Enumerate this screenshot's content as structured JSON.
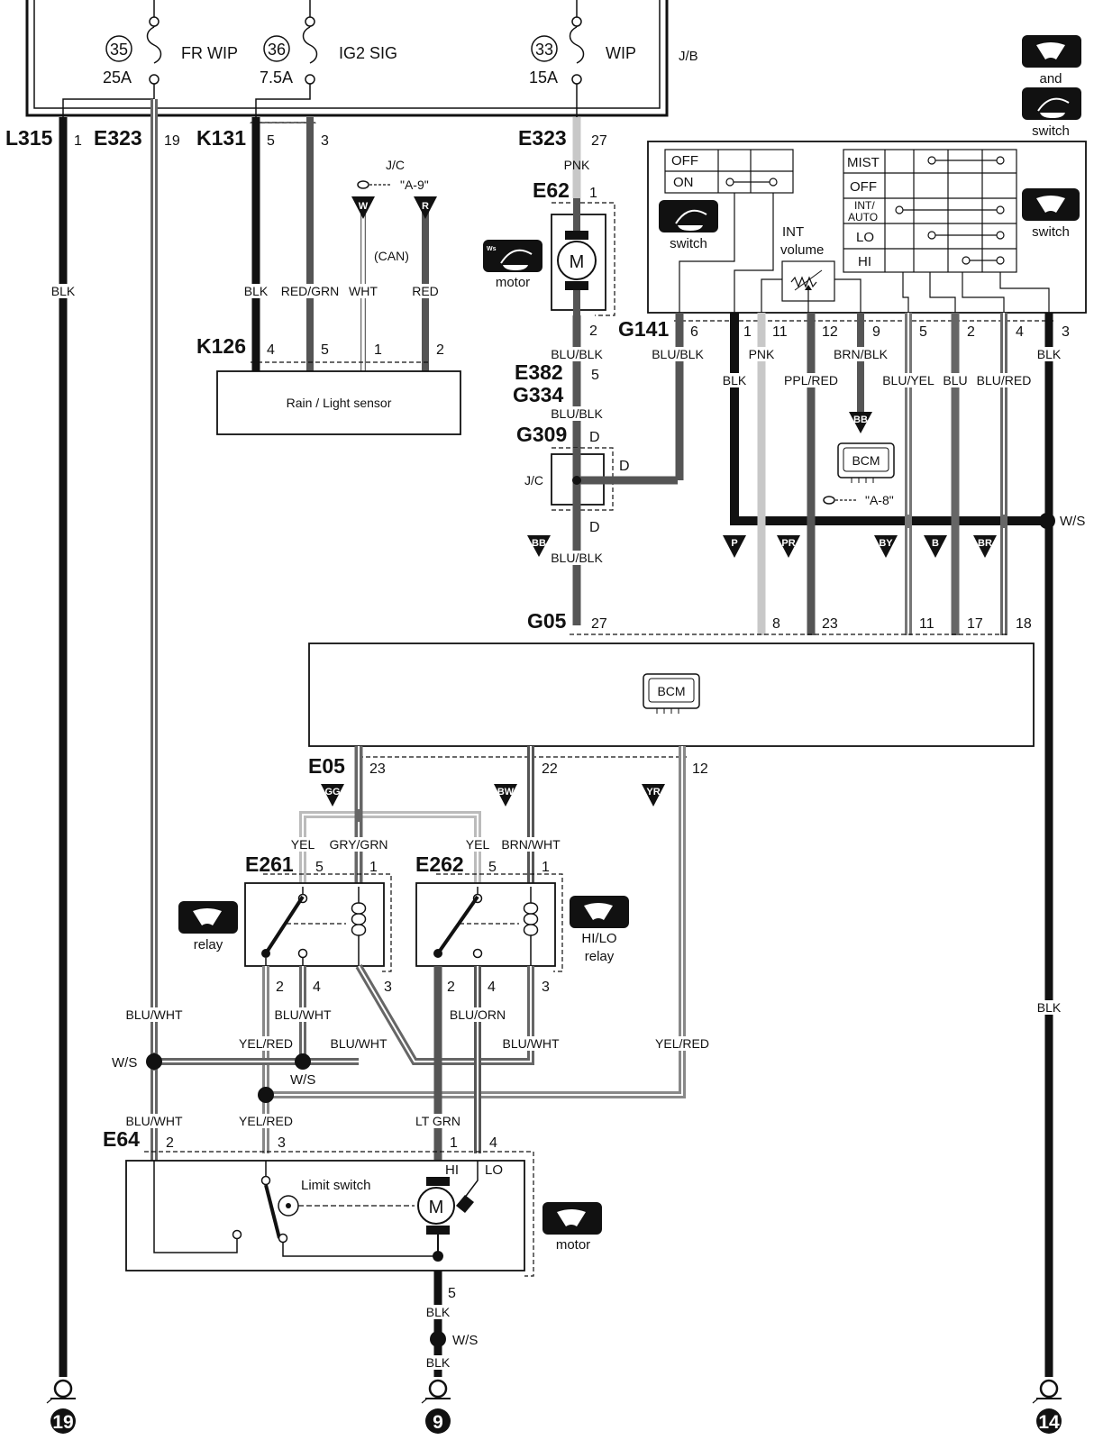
{
  "colors": {
    "wire_black": "#111111",
    "wire_dark": "#555555",
    "wire_mid": "#8a8a8a",
    "wire_light": "#c8c8c8",
    "background": "#ffffff"
  },
  "fuses": [
    {
      "number": "35",
      "rating": "25A",
      "name": "FR WIP"
    },
    {
      "number": "36",
      "rating": "7.5A",
      "name": "IG2 SIG"
    },
    {
      "number": "33",
      "rating": "15A",
      "name": "WIP"
    }
  ],
  "junction_block": "J/B",
  "top_connectors": [
    {
      "name": "L315",
      "pin": "1"
    },
    {
      "name": "E323",
      "pin": "19"
    },
    {
      "name": "K131",
      "pin": "5"
    },
    {
      "name": "",
      "pin": "3"
    },
    {
      "name": "E323",
      "pin": "27"
    }
  ],
  "wire_colors": {
    "blk": "BLK",
    "red_grn": "RED/GRN",
    "wht": "WHT",
    "red": "RED",
    "pnk": "PNK",
    "blu_blk": "BLU/BLK",
    "blu_wht": "BLU/WHT",
    "yel_red": "YEL/RED",
    "lt_grn": "LT GRN",
    "blu_orn": "BLU/ORN",
    "ppl_red": "PPL/RED",
    "brn_blk": "BRN/BLK",
    "blu_yel": "BLU/YEL",
    "blu": "BLU",
    "blu_red": "BLU/RED",
    "yel": "YEL",
    "gry_grn": "GRY/GRN",
    "brn_wht": "BRN/WHT"
  },
  "jc_ref": {
    "label": "J/C",
    "ref": "\"A-9\"",
    "w": "W",
    "r": "R",
    "can": "(CAN)"
  },
  "rain_sensor": {
    "connector": "K126",
    "pins": [
      "4",
      "5",
      "1",
      "2"
    ],
    "label": "Rain / Light sensor"
  },
  "front_motor": {
    "connector": "E62",
    "pin_top": "1",
    "pin_bottom": "2",
    "caption": "motor",
    "symbol": "M"
  },
  "e382": {
    "name": "E382",
    "pin": "5"
  },
  "g334": "G334",
  "g309": {
    "name": "G309",
    "pin": "D"
  },
  "jc": {
    "label": "J/C",
    "pin_right": "D",
    "pin_bottom": "D"
  },
  "switch": {
    "connector": "G141",
    "top_caption_1": "and",
    "top_caption_2": "switch",
    "washer_label": "switch",
    "wiper_label": "switch",
    "washer_rows": [
      "OFF",
      "ON"
    ],
    "wiper_rows": [
      "MIST",
      "OFF",
      "INT/",
      "AUTO",
      "LO",
      "HI"
    ],
    "int_volume": [
      "INT",
      "volume"
    ],
    "pins": [
      "6",
      "1",
      "11",
      "12",
      "9",
      "5",
      "2",
      "4",
      "3"
    ]
  },
  "bcm_ref": {
    "label": "BCM",
    "ref": "\"A-8\"",
    "bb": "BB"
  },
  "splice": "W/S",
  "badges": [
    "BB",
    "P",
    "PR",
    "BY",
    "B",
    "BR",
    "GG",
    "BW",
    "YR"
  ],
  "bcm": {
    "label": "BCM",
    "top_connector": "G05",
    "top_pins": [
      "27",
      "8",
      "23",
      "11",
      "17",
      "18"
    ],
    "bottom_connector": "E05",
    "bottom_pins": [
      "23",
      "22",
      "12"
    ]
  },
  "relay1": {
    "connector": "E261",
    "pins": [
      "5",
      "1",
      "2",
      "4",
      "3"
    ],
    "caption": "relay"
  },
  "relay2": {
    "connector": "E262",
    "pins": [
      "5",
      "1",
      "2",
      "4",
      "3"
    ],
    "caption_1": "HI/LO",
    "caption_2": "relay"
  },
  "wiper_motor": {
    "connector": "E64",
    "pins": [
      "2",
      "3",
      "1",
      "4",
      "5"
    ],
    "hi": "HI",
    "lo": "LO",
    "limit_switch": "Limit switch",
    "caption": "motor",
    "symbol": "M"
  },
  "grounds": [
    "19",
    "9",
    "14"
  ]
}
